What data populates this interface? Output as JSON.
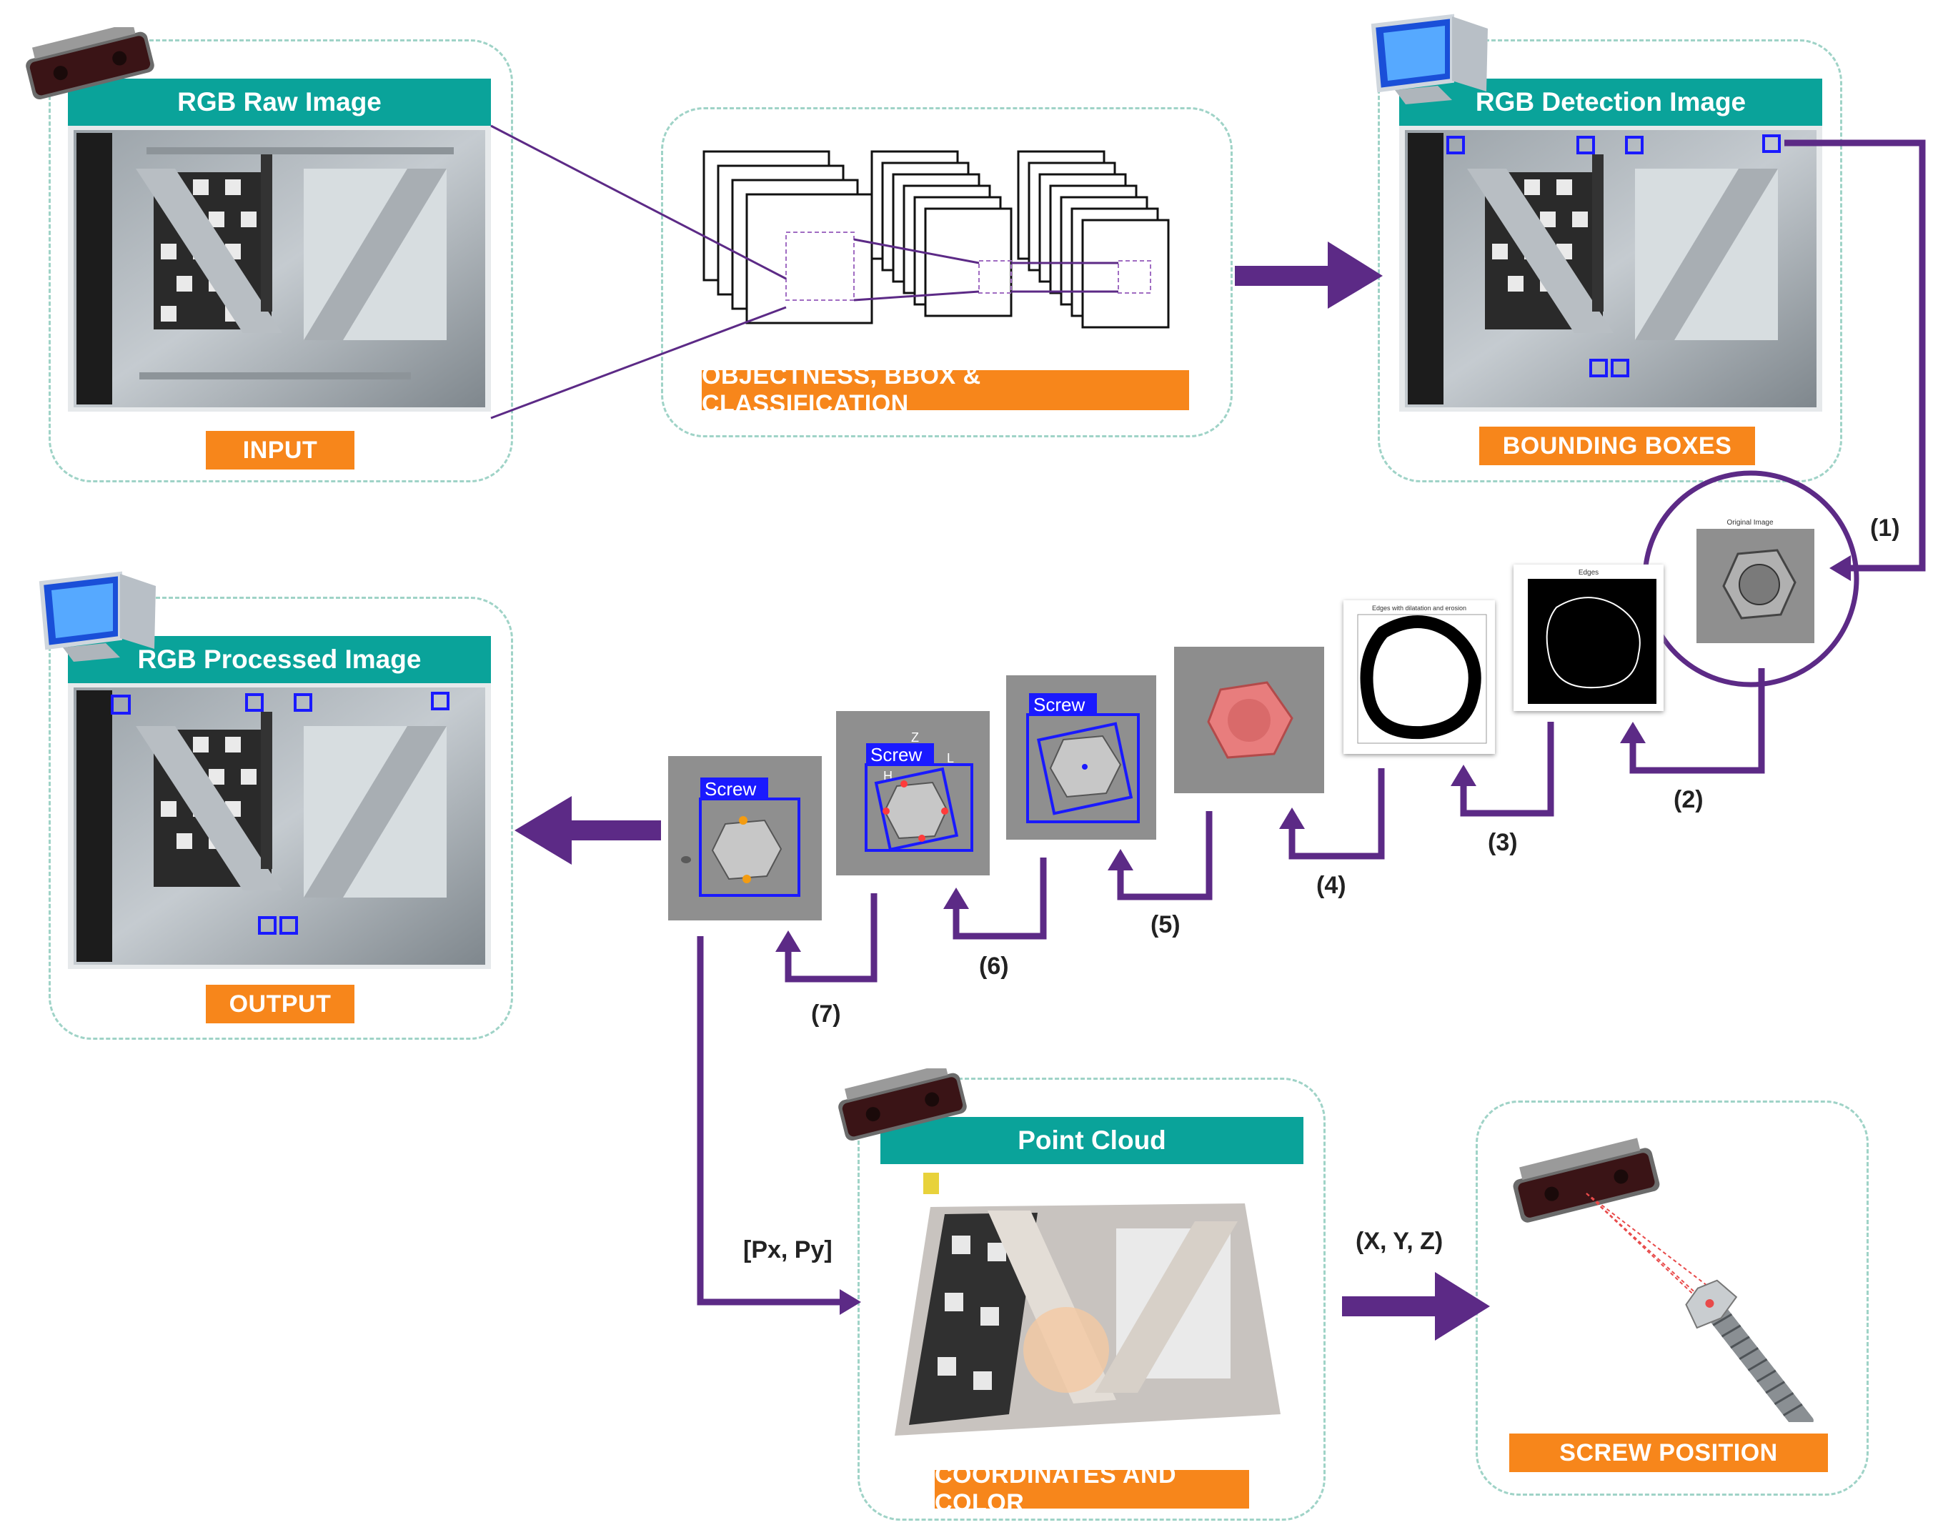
{
  "panels": {
    "input": {
      "header": "RGB Raw Image",
      "tag": "INPUT"
    },
    "detection": {
      "header": "RGB Detection Image",
      "tag": "BOUNDING BOXES"
    },
    "network": {
      "tag": "OBJECTNESS, BBOX & CLASSIFICATION"
    },
    "output": {
      "header": "RGB Processed Image",
      "tag": "OUTPUT"
    },
    "pointcloud": {
      "header": "Point Cloud",
      "tag": "COORDINATES AND COLOR"
    },
    "screw_position": {
      "tag": "SCREW POSITION"
    }
  },
  "steps": [
    "(1)",
    "(2)",
    "(3)",
    "(4)",
    "(5)",
    "(6)",
    "(7)"
  ],
  "arrow_labels": {
    "pixel": "[Px, Py]",
    "coords": "(X, Y, Z)"
  },
  "thumbnails": {
    "original_title": "Original Image",
    "edges_title": "Edges",
    "dilated_title": "Edges with dilatation and erosion",
    "screw_label": "Screw",
    "axis_z": "Z",
    "axis_h": "H",
    "axis_l": "L"
  },
  "colors": {
    "teal": "#0aa39a",
    "orange": "#f7861b",
    "purple": "#5c2a86",
    "detect_blue": "#1a1aff"
  }
}
